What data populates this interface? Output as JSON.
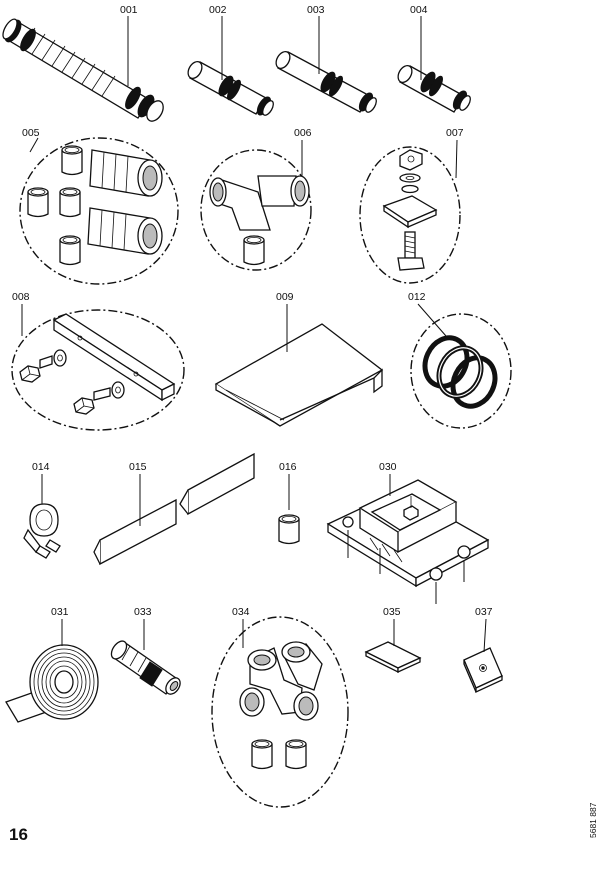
{
  "page": {
    "number": "16",
    "doc_number": "5681 887"
  },
  "parts": [
    {
      "id": "p001",
      "label": "001",
      "icon": "flexible-hose-icon"
    },
    {
      "id": "p002",
      "label": "002",
      "icon": "straight-pipe-connector-icon"
    },
    {
      "id": "p003",
      "label": "003",
      "icon": "straight-pipe-connector-icon"
    },
    {
      "id": "p004",
      "label": "004",
      "icon": "short-pipe-connector-icon"
    },
    {
      "id": "p005",
      "label": "005",
      "icon": "compression-fitting-set-icon"
    },
    {
      "id": "p006",
      "label": "006",
      "icon": "elbow-fitting-set-icon"
    },
    {
      "id": "p007",
      "label": "007",
      "icon": "bolt-nut-clamp-set-icon"
    },
    {
      "id": "p008",
      "label": "008",
      "icon": "mounting-bar-bolts-icon"
    },
    {
      "id": "p009",
      "label": "009",
      "icon": "cover-plate-icon"
    },
    {
      "id": "p012",
      "label": "012",
      "icon": "o-ring-set-icon"
    },
    {
      "id": "p014",
      "label": "014",
      "icon": "pipe-clip-icon"
    },
    {
      "id": "p015",
      "label": "015",
      "icon": "insulation-strip-icon"
    },
    {
      "id": "p016",
      "label": "016",
      "icon": "sleeve-icon"
    },
    {
      "id": "p030",
      "label": "030",
      "icon": "mounting-bracket-icon"
    },
    {
      "id": "p031",
      "label": "031",
      "icon": "tape-roll-icon"
    },
    {
      "id": "p033",
      "label": "033",
      "icon": "valve-insert-icon"
    },
    {
      "id": "p034",
      "label": "034",
      "icon": "cross-fitting-set-icon"
    },
    {
      "id": "p035",
      "label": "035",
      "icon": "gasket-strip-icon"
    },
    {
      "id": "p037",
      "label": "037",
      "icon": "washer-plate-icon"
    }
  ]
}
